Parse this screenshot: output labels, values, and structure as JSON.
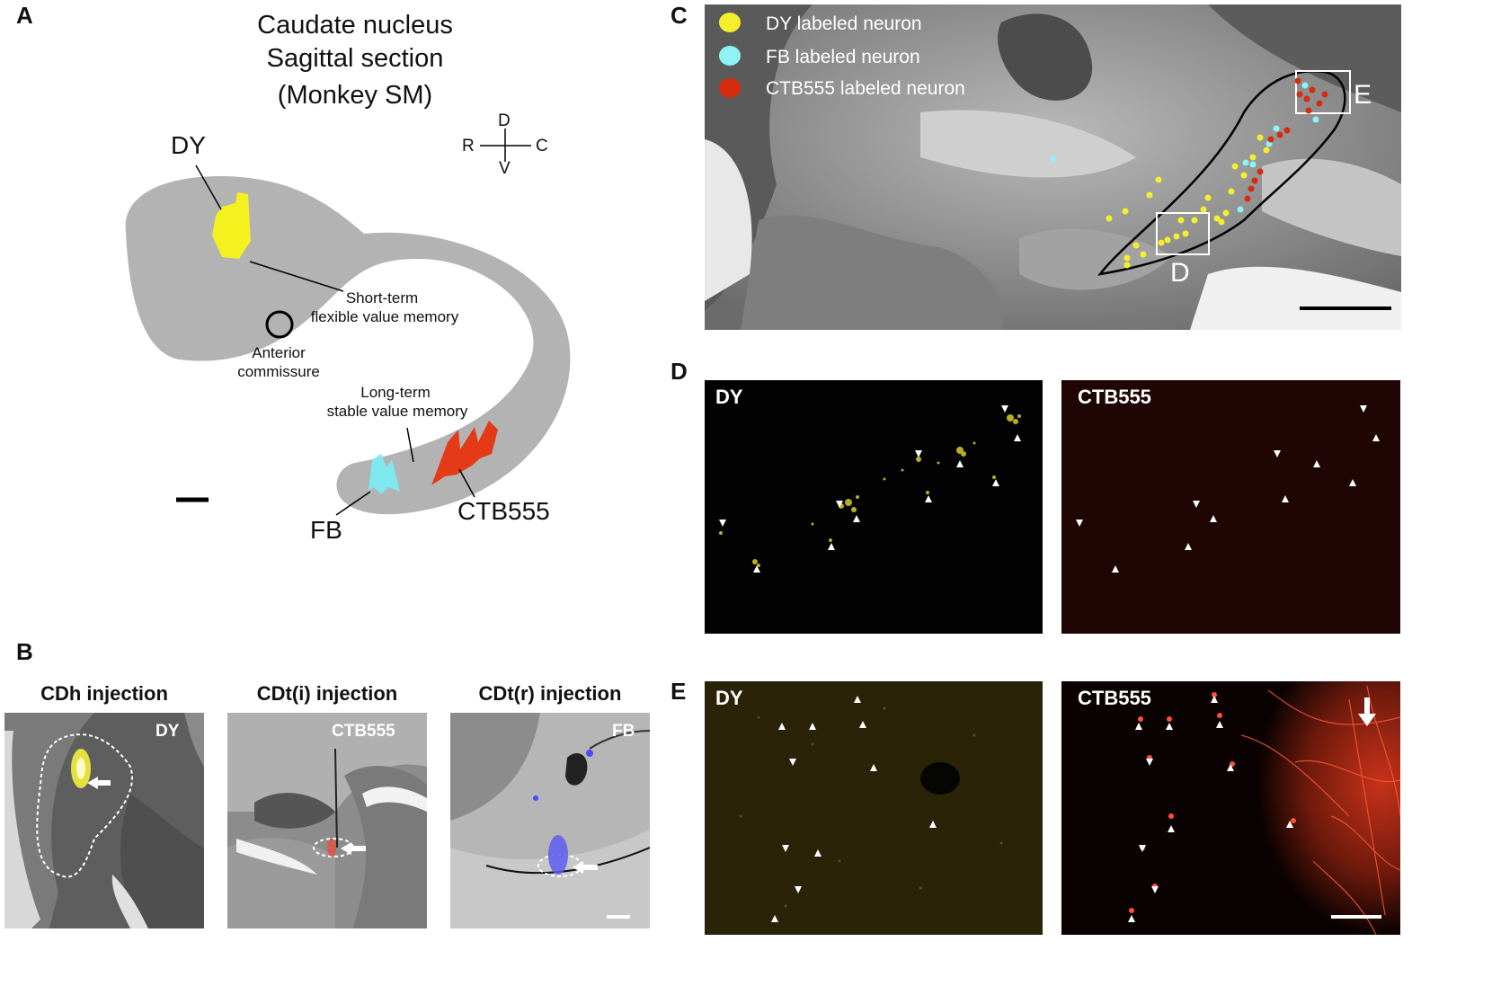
{
  "panels": {
    "A": {
      "label": "A",
      "title_lines": [
        "Caudate nucleus",
        "Sagittal section",
        "(Monkey SM)"
      ],
      "orientation": {
        "dorsal": "D",
        "ventral": "V",
        "rostral": "R",
        "caudal": "C"
      },
      "injections": {
        "dy": "DY",
        "fb": "FB",
        "ctb": "CTB555"
      },
      "annotations": {
        "short_term_1": "Short-term",
        "short_term_2": "flexible value memory",
        "anterior_1": "Anterior",
        "anterior_2": "commissure",
        "long_term_1": "Long-term",
        "long_term_2": "stable value memory"
      },
      "colors": {
        "caudate": "#b3b3b3",
        "dy": "#f4f11f",
        "fb": "#7ee8ee",
        "ctb": "#e53a17"
      }
    },
    "B": {
      "label": "B",
      "sections": [
        {
          "title": "CDh injection",
          "tracer": "DY"
        },
        {
          "title": "CDt(i) injection",
          "tracer": "CTB555"
        },
        {
          "title": "CDt(r) injection",
          "tracer": "FB"
        }
      ]
    },
    "C": {
      "label": "C",
      "legend": [
        {
          "label": "DY labeled neuron",
          "color": "#f5ee2d"
        },
        {
          "label": "FB labeled neuron",
          "color": "#8ff3f3"
        },
        {
          "label": "CTB555 labeled neuron",
          "color": "#d52c10"
        }
      ],
      "box_labels": {
        "d": "D",
        "e": "E"
      }
    },
    "D": {
      "label": "D",
      "left": "DY",
      "right": "CTB555"
    },
    "E": {
      "label": "E",
      "left": "DY",
      "right": "CTB555"
    }
  }
}
